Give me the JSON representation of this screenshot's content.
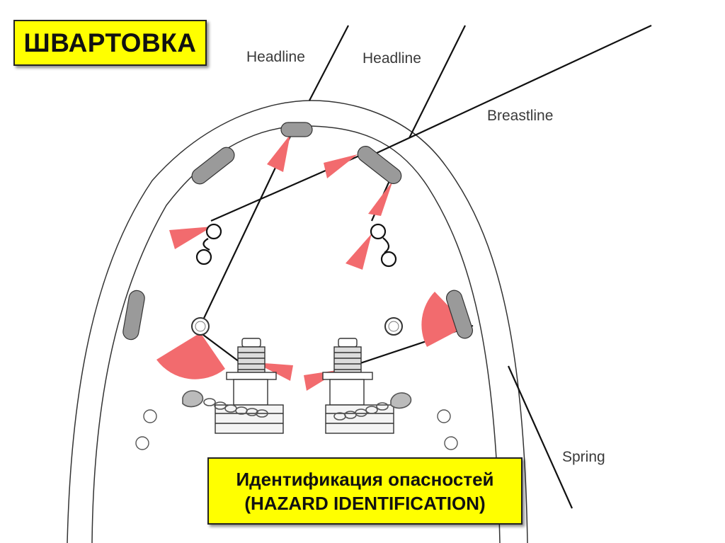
{
  "title": "ШВАРТОВКА",
  "caption": {
    "line1": "Идентификация опасностей",
    "line2": "(HAZARD IDENTIFICATION)"
  },
  "line_labels": {
    "headline_1": "Headline",
    "headline_2": "Headline",
    "breastline": "Breastline",
    "spring": "Spring"
  },
  "colors": {
    "label_background": "#ffff00",
    "hazard_zone": "#f26b6e",
    "fairlead": "#9a9a9a",
    "line": "#111111"
  }
}
